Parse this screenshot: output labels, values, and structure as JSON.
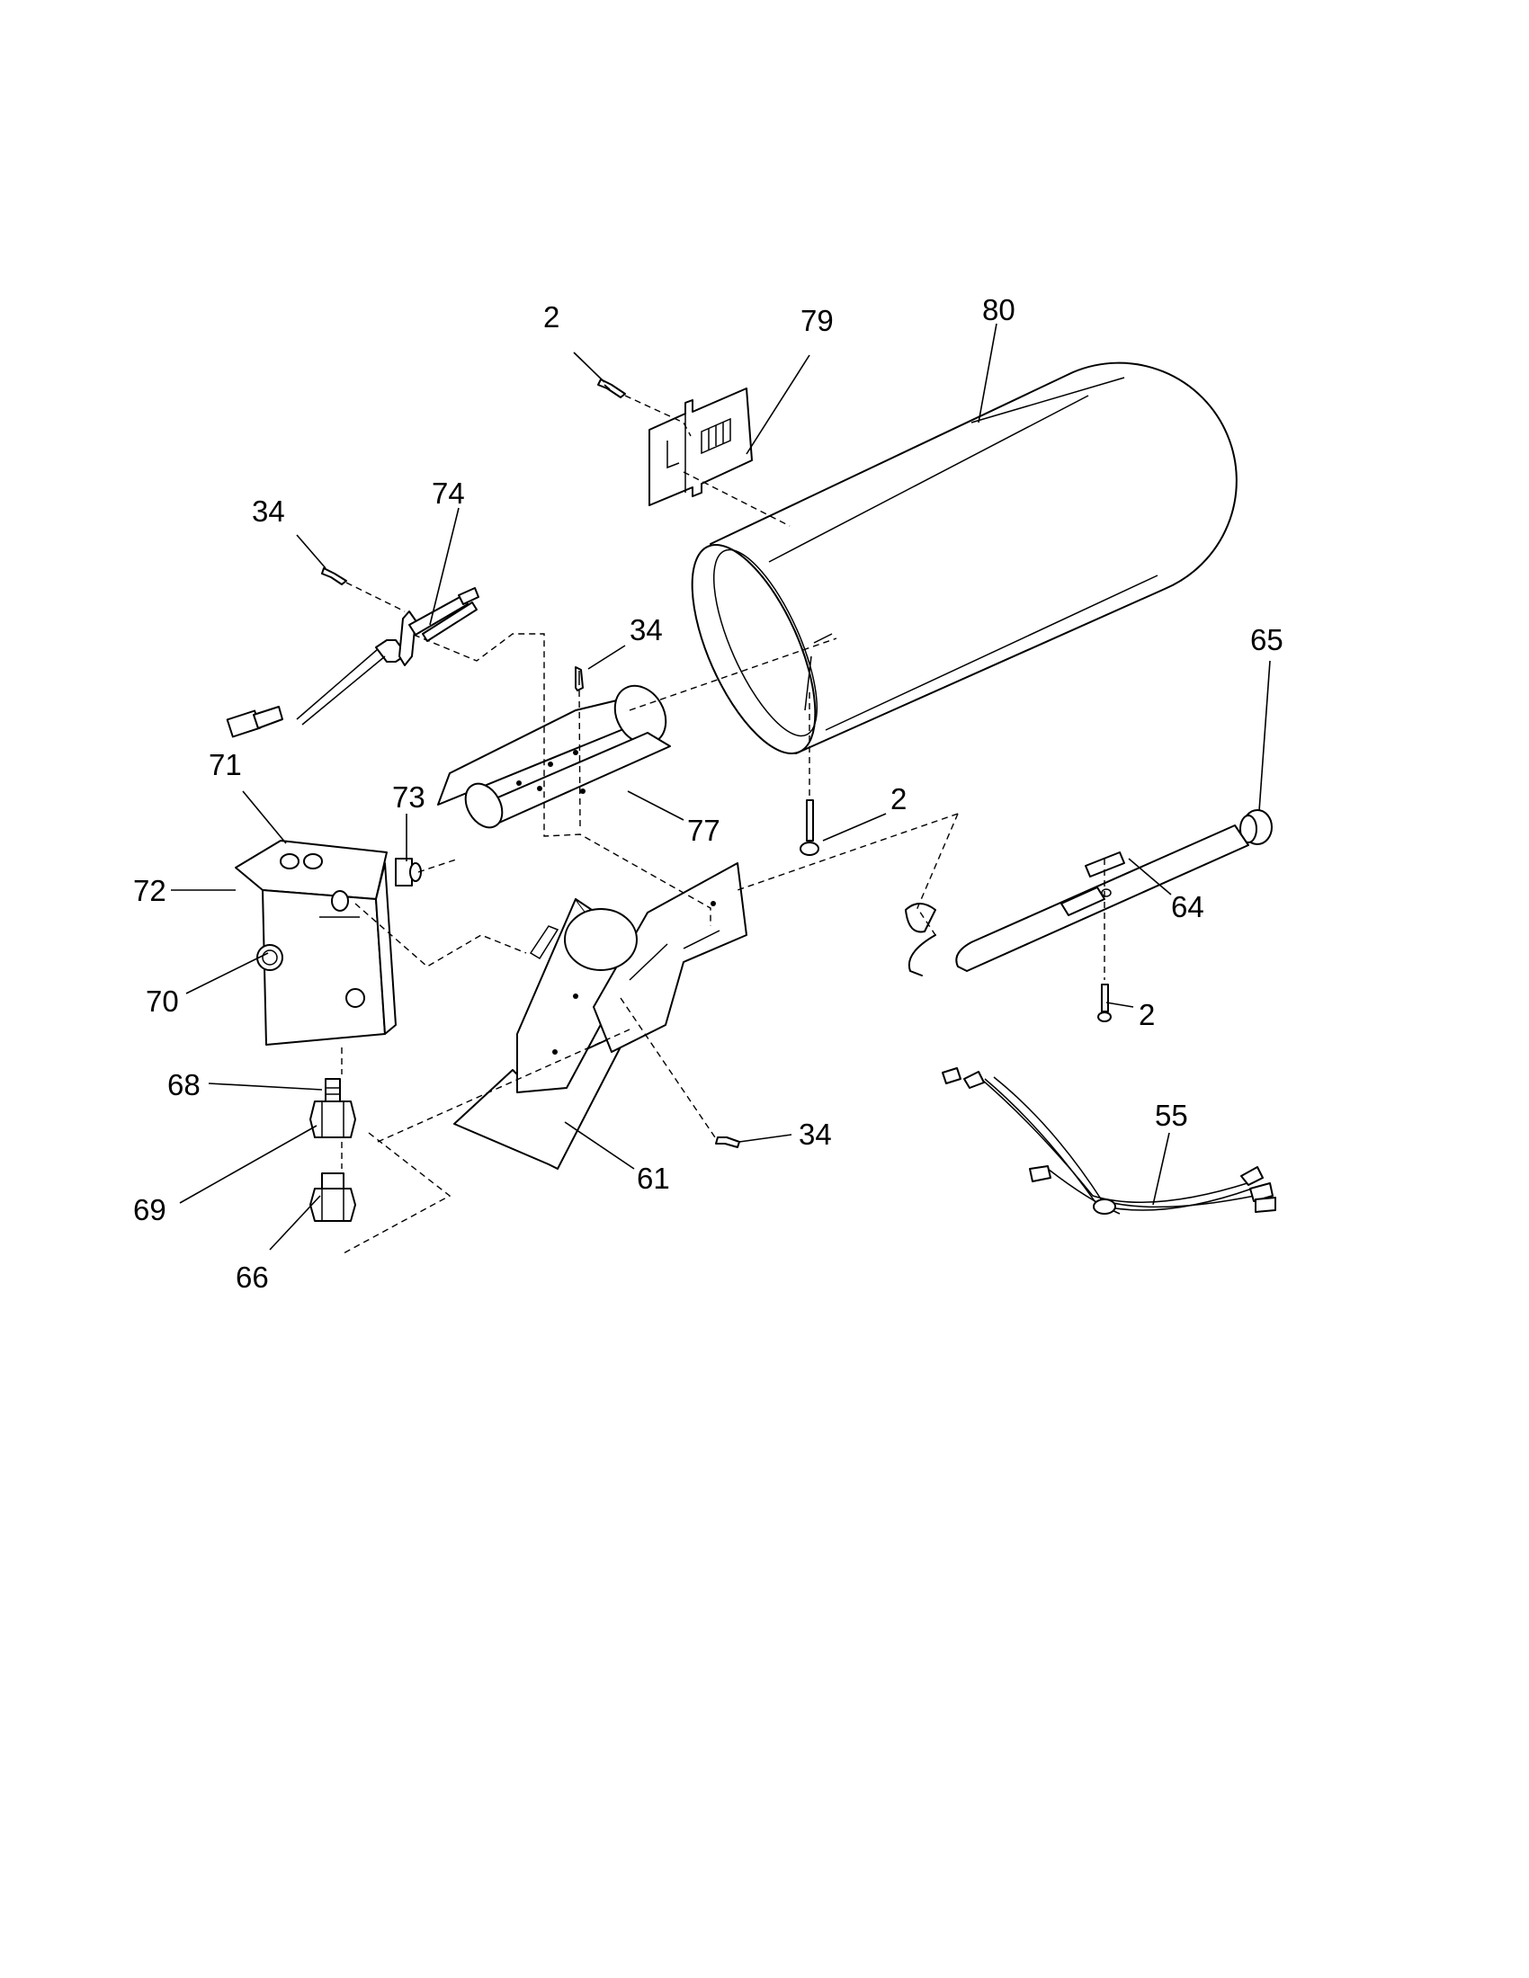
{
  "callouts": {
    "c80": "80",
    "c79": "79",
    "c2_top": "2",
    "c74": "74",
    "c34_left": "34",
    "c34_mid": "34",
    "c65": "65",
    "c71": "71",
    "c73": "73",
    "c77": "77",
    "c2_drum": "2",
    "c72": "72",
    "c64": "64",
    "c70": "70",
    "c2_right": "2",
    "c68": "68",
    "c55": "55",
    "c34_lower": "34",
    "c69": "69",
    "c61": "61",
    "c66": "66"
  },
  "colors": {
    "line": "#000000",
    "background": "#ffffff"
  }
}
